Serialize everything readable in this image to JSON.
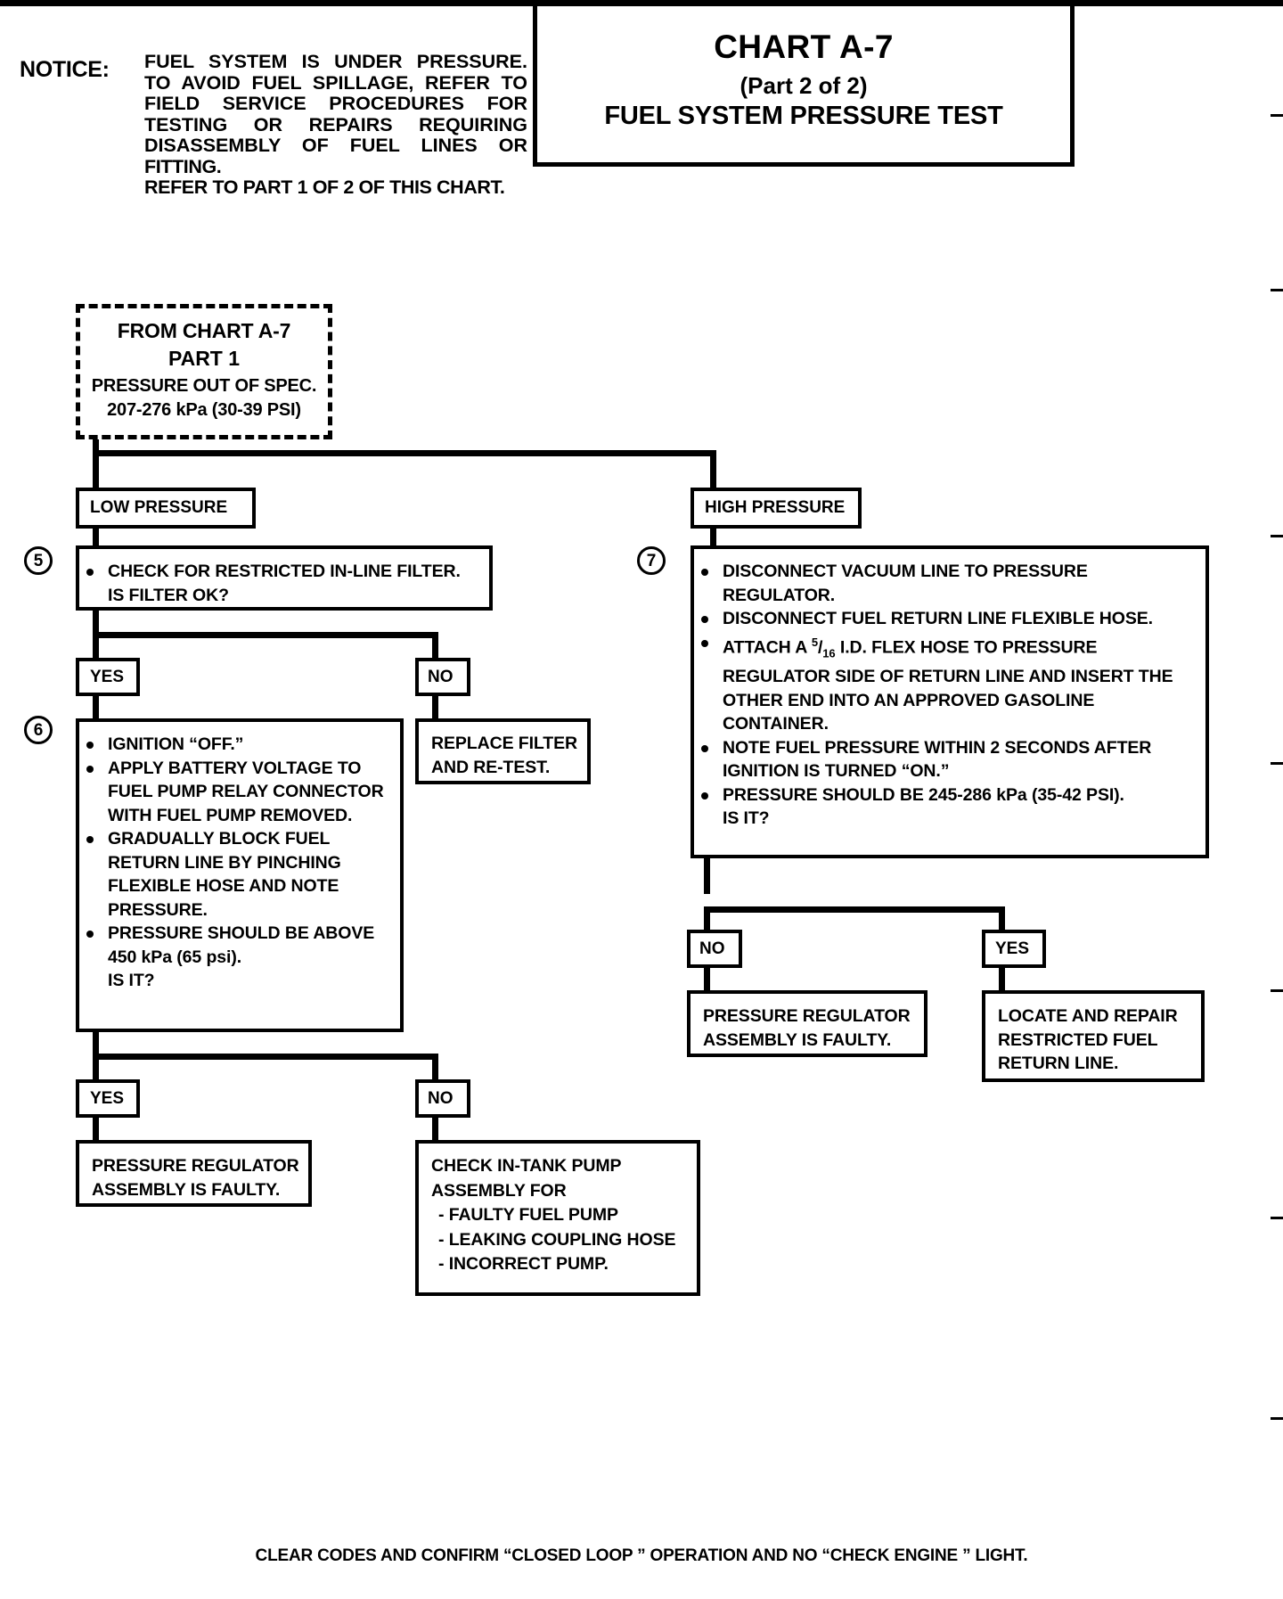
{
  "header": {
    "notice_label": "NOTICE:",
    "notice_lines": [
      "FUEL SYSTEM IS UNDER PRESSURE.",
      "TO AVOID FUEL SPILLAGE, REFER TO",
      "FIELD SERVICE PROCEDURES FOR",
      "TESTING OR REPAIRS REQUIRING",
      "DISASSEMBLY OF FUEL LINES OR",
      "FITTING.",
      "REFER TO PART 1 OF 2 OF THIS CHART."
    ],
    "title": "CHART A-7",
    "part": "(Part 2 of 2)",
    "subject": "FUEL SYSTEM PRESSURE TEST"
  },
  "flow": {
    "entry": {
      "line1": "FROM CHART A-7",
      "line2": "PART 1",
      "line3": "PRESSURE OUT OF SPEC.",
      "line4": "207-276 kPa (30-39 PSI)"
    },
    "branch_low_label": "LOW PRESSURE",
    "branch_high_label": "HIGH PRESSURE",
    "step5": {
      "number": "5",
      "bullets": [
        {
          "text": "CHECK FOR RESTRICTED IN-LINE FILTER.",
          "bulleted": true
        },
        {
          "text": "IS FILTER OK?",
          "bulleted": false
        }
      ]
    },
    "step5_yes": "YES",
    "step5_no": "NO",
    "replace_filter": {
      "line1": "REPLACE FILTER",
      "line2": "AND RE-TEST."
    },
    "step6": {
      "number": "6",
      "bullets": [
        {
          "text": "IGNITION “OFF.”",
          "bulleted": true
        },
        {
          "text": "APPLY BATTERY VOLTAGE TO",
          "bulleted": true
        },
        {
          "text": "FUEL PUMP RELAY CONNECTOR",
          "bulleted": false
        },
        {
          "text": "WITH FUEL PUMP REMOVED.",
          "bulleted": false
        },
        {
          "text": "GRADUALLY BLOCK FUEL",
          "bulleted": true
        },
        {
          "text": "RETURN LINE BY PINCHING",
          "bulleted": false
        },
        {
          "text": "FLEXIBLE HOSE AND NOTE",
          "bulleted": false
        },
        {
          "text": "PRESSURE.",
          "bulleted": false
        },
        {
          "text": "PRESSURE SHOULD BE ABOVE",
          "bulleted": true
        },
        {
          "text": "450 kPa (65 psi).",
          "bulleted": false
        },
        {
          "text": "IS IT?",
          "bulleted": false
        }
      ]
    },
    "step6_yes": "YES",
    "step6_no": "NO",
    "regulator_faulty_low": {
      "line1": "PRESSURE REGULATOR",
      "line2": "ASSEMBLY IS FAULTY."
    },
    "check_in_tank": {
      "line1": "CHECK IN-TANK PUMP",
      "line2": "ASSEMBLY FOR",
      "line3": "- FAULTY FUEL PUMP",
      "line4": "- LEAKING COUPLING HOSE",
      "line5": "- INCORRECT PUMP."
    },
    "step7": {
      "number": "7",
      "bullets": [
        {
          "text": "DISCONNECT VACUUM LINE TO PRESSURE",
          "bulleted": true
        },
        {
          "text": "REGULATOR.",
          "bulleted": false
        },
        {
          "text": "DISCONNECT FUEL RETURN LINE FLEXIBLE HOSE.",
          "bulleted": true
        },
        {
          "text": "ATTACH A 5/16 I.D. FLEX HOSE TO PRESSURE",
          "bulleted": true,
          "fraction": true,
          "pre": "ATTACH A ",
          "num": "5",
          "den": "16",
          "post": " I.D. FLEX HOSE TO PRESSURE"
        },
        {
          "text": "REGULATOR SIDE OF RETURN LINE AND INSERT THE",
          "bulleted": false
        },
        {
          "text": "OTHER END INTO  AN  APPROVED GASOLINE",
          "bulleted": false
        },
        {
          "text": "CONTAINER.",
          "bulleted": false
        },
        {
          "text": "NOTE FUEL PRESSURE WITHIN 2 SECONDS AFTER",
          "bulleted": true
        },
        {
          "text": "IGNITION  IS TURNED “ON.”",
          "bulleted": false
        },
        {
          "text": "PRESSURE SHOULD BE 245-286 kPa  (35-42 PSI).",
          "bulleted": true
        },
        {
          "text": "IS IT?",
          "bulleted": false
        }
      ]
    },
    "step7_no": "NO",
    "step7_yes": "YES",
    "regulator_faulty_high": {
      "line1": "PRESSURE REGULATOR",
      "line2": "ASSEMBLY IS FAULTY."
    },
    "locate_repair": {
      "line1": "LOCATE AND REPAIR",
      "line2": "RESTRICTED FUEL",
      "line3": "RETURN LINE."
    }
  },
  "footer": {
    "text": "CLEAR CODES AND CONFIRM “CLOSED LOOP ” OPERATION AND NO “CHECK ENGINE  ” LIGHT."
  }
}
